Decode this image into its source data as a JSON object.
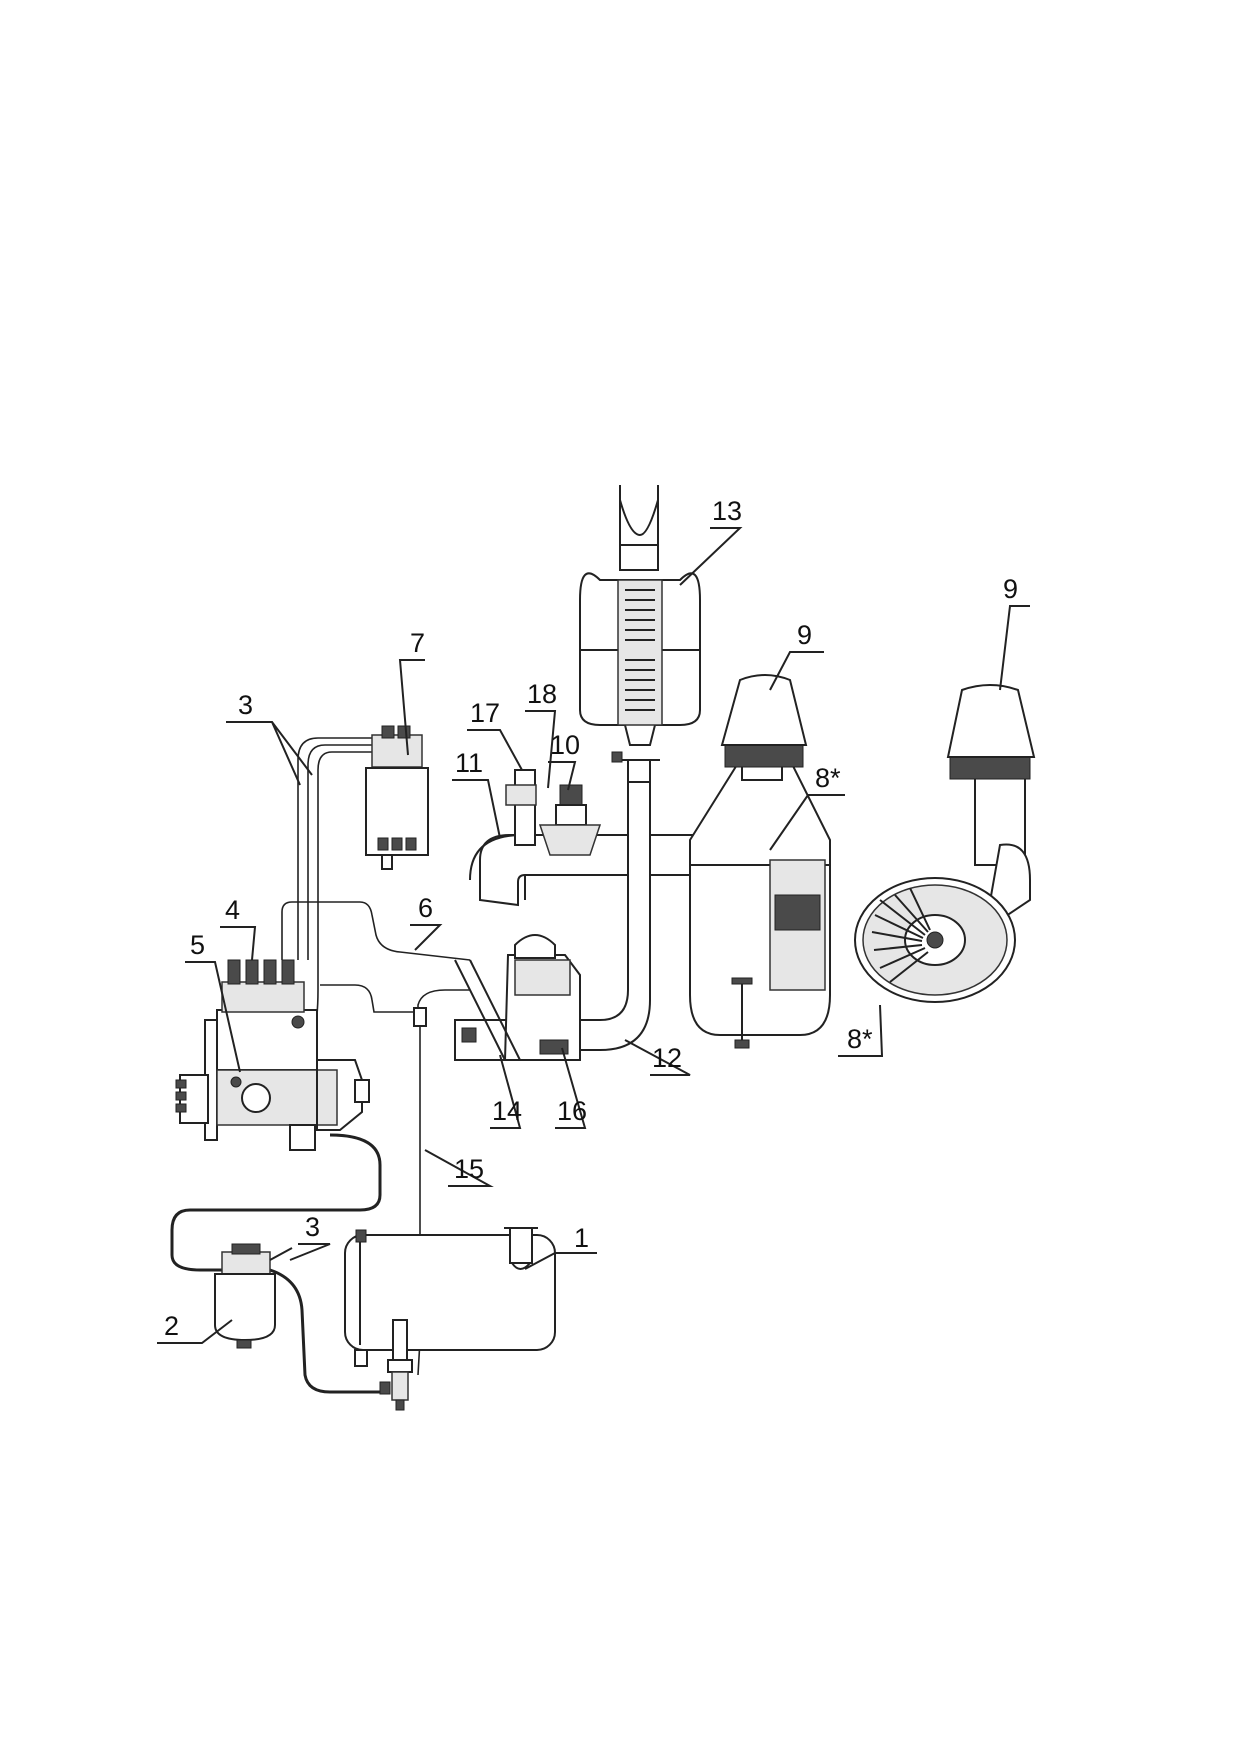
{
  "diagram": {
    "callouts": [
      {
        "id": "c1",
        "text": "1"
      },
      {
        "id": "c2",
        "text": "2"
      },
      {
        "id": "c3a",
        "text": "3"
      },
      {
        "id": "c3b",
        "text": "3"
      },
      {
        "id": "c4",
        "text": "4"
      },
      {
        "id": "c5",
        "text": "5"
      },
      {
        "id": "c6",
        "text": "6"
      },
      {
        "id": "c7",
        "text": "7"
      },
      {
        "id": "c8a",
        "text": "8*"
      },
      {
        "id": "c8b",
        "text": "8*"
      },
      {
        "id": "c9a",
        "text": "9"
      },
      {
        "id": "c9b",
        "text": "9"
      },
      {
        "id": "c10",
        "text": "10"
      },
      {
        "id": "c11",
        "text": "11"
      },
      {
        "id": "c12",
        "text": "12"
      },
      {
        "id": "c13",
        "text": "13"
      },
      {
        "id": "c14",
        "text": "14"
      },
      {
        "id": "c15",
        "text": "15"
      },
      {
        "id": "c16",
        "text": "16"
      },
      {
        "id": "c17",
        "text": "17"
      },
      {
        "id": "c18",
        "text": "18"
      }
    ]
  }
}
